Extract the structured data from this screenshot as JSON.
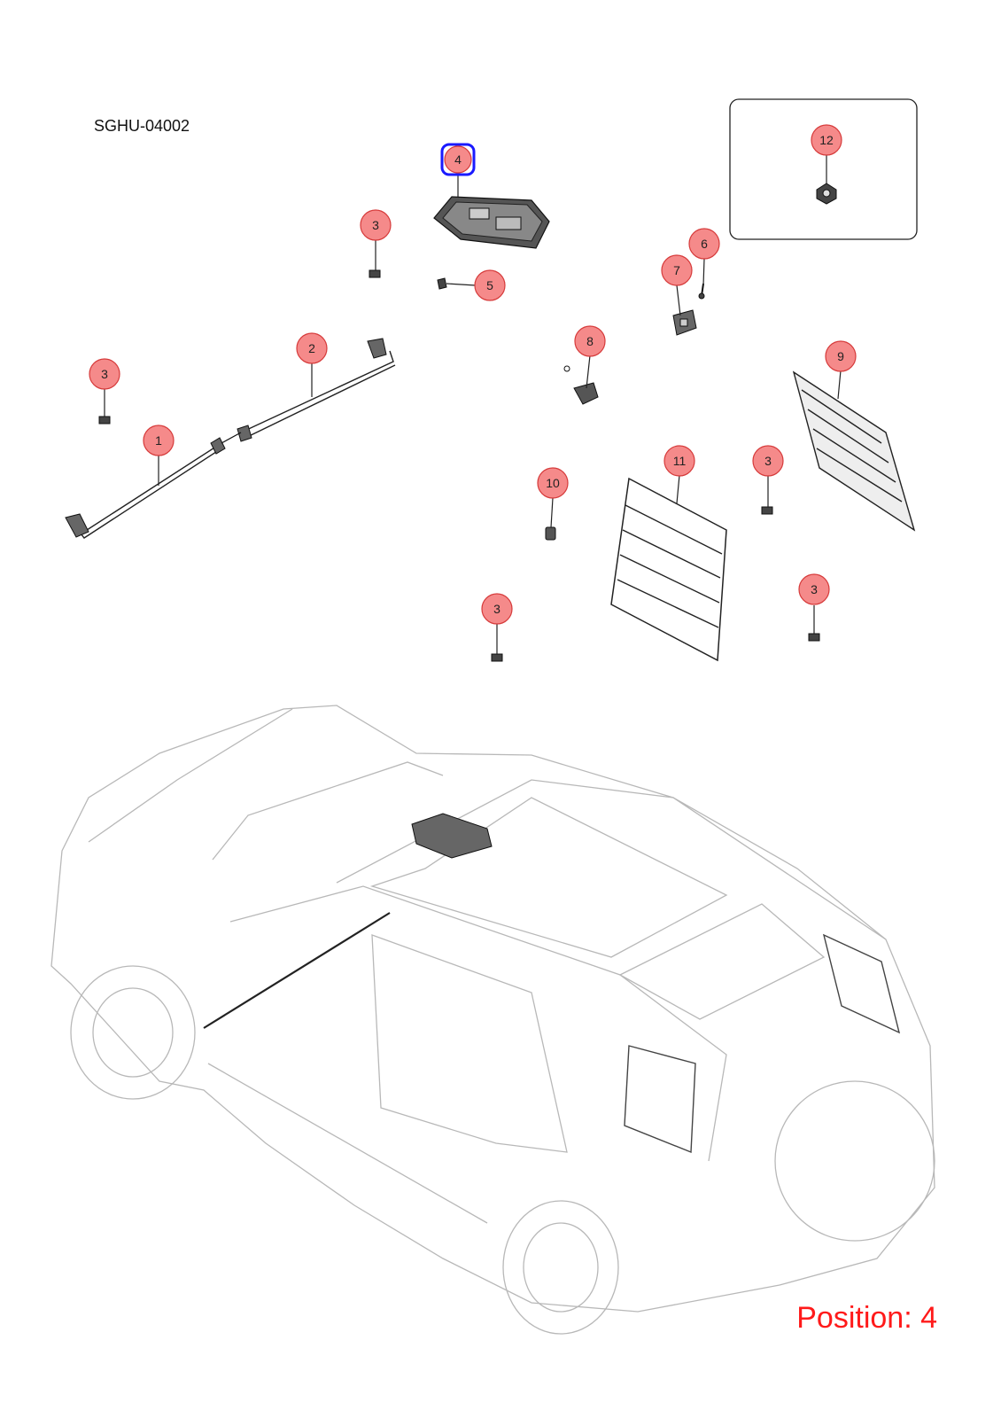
{
  "diagram": {
    "code": "SGHU-04002",
    "position_label": "Position: 4",
    "highlighted_callout": "4",
    "colors": {
      "callout_fill": "#f58a8a",
      "callout_stroke": "#d63a3a",
      "highlight": "#1a1aff",
      "position_text": "#ff1a1a"
    },
    "callouts": {
      "c1": "1",
      "c2": "2",
      "c3a": "3",
      "c3b": "3",
      "c3c": "3",
      "c3d": "3",
      "c3e": "3",
      "c4": "4",
      "c5": "5",
      "c6": "6",
      "c7": "7",
      "c8": "8",
      "c9": "9",
      "c10": "10",
      "c11": "11",
      "c12": "12"
    }
  }
}
